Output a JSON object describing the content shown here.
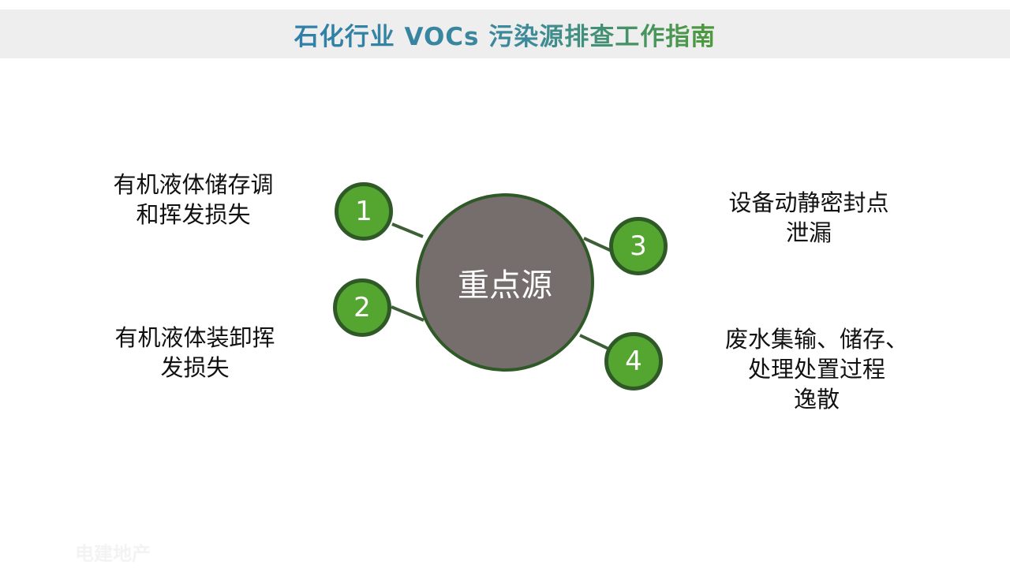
{
  "header": {
    "title": "石化行业 VOCs 污染源排查工作指南"
  },
  "center": {
    "label": "重点源"
  },
  "items": [
    {
      "number": "1",
      "text": "有机液体储存调\n和挥发损失"
    },
    {
      "number": "2",
      "text": "有机液体装卸挥\n发损失"
    },
    {
      "number": "3",
      "text": "设备动静密封点\n泄漏"
    },
    {
      "number": "4",
      "text": "废水集输、储存、\n处理处置过程\n逸散"
    }
  ],
  "colors": {
    "center_fill": "#766d6d",
    "badge_fill": "#55a631",
    "border": "#2f5a28",
    "title_start": "#2f7fa8",
    "title_end": "#4e9a3c"
  },
  "watermark": {
    "text": "电建地产"
  }
}
